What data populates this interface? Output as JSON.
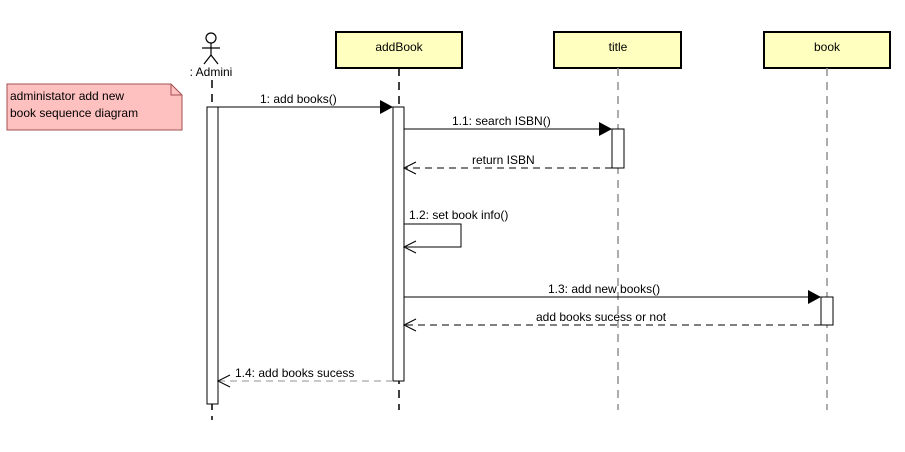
{
  "note": {
    "line1": "administator add new",
    "line2": "book sequence diagram"
  },
  "actor": {
    "label": ": Admini"
  },
  "lifelines": [
    {
      "label": "addBook"
    },
    {
      "label": "title"
    },
    {
      "label": "book"
    }
  ],
  "messages": [
    {
      "label": "1: add books()",
      "kind": "sync"
    },
    {
      "label": "1.1: search ISBN()",
      "kind": "sync"
    },
    {
      "label": "return ISBN",
      "kind": "return"
    },
    {
      "label": "1.2: set book info()",
      "kind": "self"
    },
    {
      "label": "1.3: add new books()",
      "kind": "sync"
    },
    {
      "label": "add books sucess or not",
      "kind": "return"
    },
    {
      "label": "1.4: add books sucess",
      "kind": "return"
    }
  ],
  "colors": {
    "lifeline_fill": "#ffffc0",
    "note_fill": "#ffc0c0",
    "note_stroke": "#a05050",
    "activation_fill": "#ffffff",
    "stroke": "#000000",
    "dashed": "#808080"
  }
}
